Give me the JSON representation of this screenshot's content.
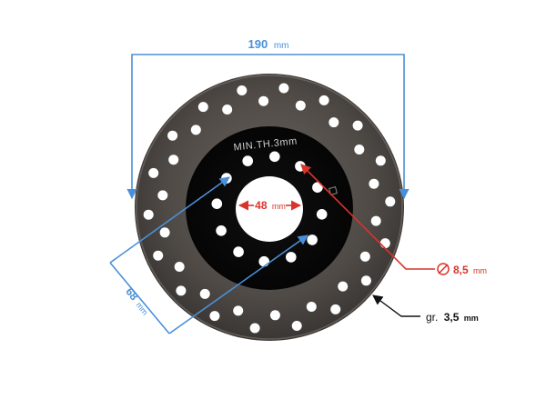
{
  "dimensions": {
    "outer_diameter": {
      "value": "190",
      "unit": "mm"
    },
    "bolt_circle": {
      "value": "68",
      "unit": "mm"
    },
    "center_bore": {
      "value": "48",
      "unit": "mm"
    },
    "hole_diameter": {
      "value": "8,5",
      "unit": "mm"
    },
    "thickness": {
      "prefix": "gr.",
      "value": "3,5",
      "unit": "mm"
    }
  },
  "disc_marking": "MIN.TH.3mm",
  "colors": {
    "dimension_blue": "#4a90d9",
    "dimension_red": "#d9342b",
    "leader_black": "#111111",
    "disc_outer": "#4d4946",
    "disc_inner": "#0c0c0c"
  }
}
